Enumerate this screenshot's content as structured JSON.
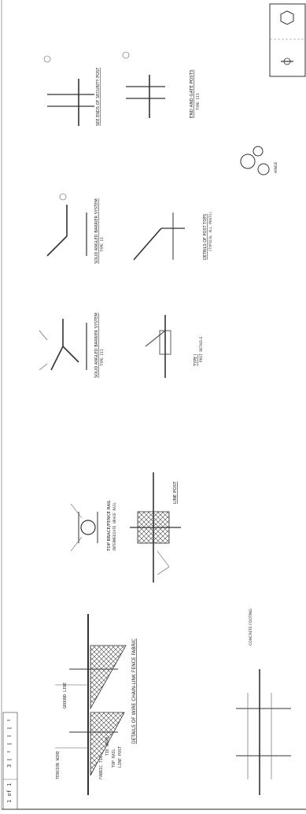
{
  "sheet": {
    "title_block": {
      "sheet_no": "1 of 1",
      "drawing_no": "3"
    },
    "details": [
      {
        "id": "chain-link",
        "title": "DETAILS OF WIRE CHAIN-LINK FENCE FABRIC",
        "labels": [
          "FABRIC TIE",
          "TIE WIRE",
          "TOP RAIL",
          "LINE POST",
          "GROUND LINE",
          "TENSION WIRE"
        ]
      },
      {
        "id": "brace-rail",
        "title": "TOP BRACE/FENCE RAIL",
        "subtitle": "INTERMEDIATE BRACE RAIL"
      },
      {
        "id": "line-post-elev",
        "title": "LINE POST"
      },
      {
        "id": "post-3",
        "title": "SOLID ANGLED BARRIER SYSTEM",
        "subtitle": "TYPE III"
      },
      {
        "id": "post-2",
        "title": "SOLID ANGLED BARRIER SYSTEM",
        "subtitle": "TYPE II"
      },
      {
        "id": "post-1",
        "title": "TYPE I",
        "subtitle": "POST DETAILS"
      },
      {
        "id": "post-details",
        "title": "DETAILS OF POST TOPS",
        "subtitle": "(TYPICAL ALL POSTS)"
      },
      {
        "id": "end-gate",
        "title": "END AND GATE POSTS",
        "subtitle": "TYPE III"
      },
      {
        "id": "end-post-assembly",
        "title": "SEE ENDS OF SECURITY POST"
      },
      {
        "id": "hinge",
        "title": "HINGE"
      },
      {
        "id": "footing",
        "title": "CONCRETE FOOTING"
      }
    ]
  }
}
